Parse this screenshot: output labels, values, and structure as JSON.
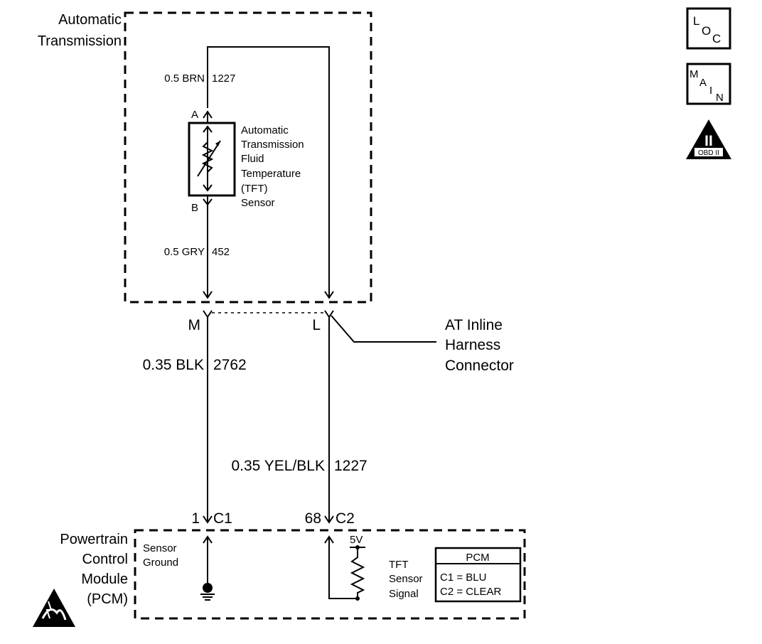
{
  "transmission": {
    "label_line1": "Automatic",
    "label_line2": "Transmission"
  },
  "tft_sensor": {
    "pin_a": "A",
    "pin_b": "B",
    "name_lines": [
      "Automatic",
      "Transmission",
      "Fluid",
      "Temperature",
      "(TFT)",
      "Sensor"
    ]
  },
  "wires": {
    "top_circuit": {
      "size_color": "0.5 BRN",
      "circuit": "1227"
    },
    "sensor_low": {
      "size_color": "0.5 GRY",
      "circuit": "452"
    },
    "ground_wire": {
      "size_color": "0.35 BLK",
      "circuit": "2762"
    },
    "signal_wire": {
      "size_color": "0.35 YEL/BLK",
      "circuit": "1227"
    }
  },
  "inline_connector": {
    "pin_m": "M",
    "pin_l": "L",
    "label_lines": [
      "AT Inline",
      "Harness",
      "Connector"
    ]
  },
  "pcm_pins": {
    "ground_pin": "1",
    "ground_conn": "C1",
    "signal_pin": "68",
    "signal_conn": "C2"
  },
  "pcm": {
    "label_lines": [
      "Powertrain",
      "Control",
      "Module",
      "(PCM)"
    ],
    "sensor_ground_lines": [
      "Sensor",
      "Ground"
    ],
    "voltage": "5V",
    "signal_lines": [
      "TFT",
      "Sensor",
      "Signal"
    ],
    "legend": {
      "title": "PCM",
      "c1": "C1  =  BLU",
      "c2": "C2  =  CLEAR"
    }
  },
  "badges": {
    "loc": {
      "big": "L",
      "small": "O",
      "tail": "C"
    },
    "main": {
      "m": "M",
      "a": "A",
      "i": "I",
      "n": "N"
    },
    "obd": {
      "numeral": "II",
      "caption": "OBD II"
    }
  }
}
